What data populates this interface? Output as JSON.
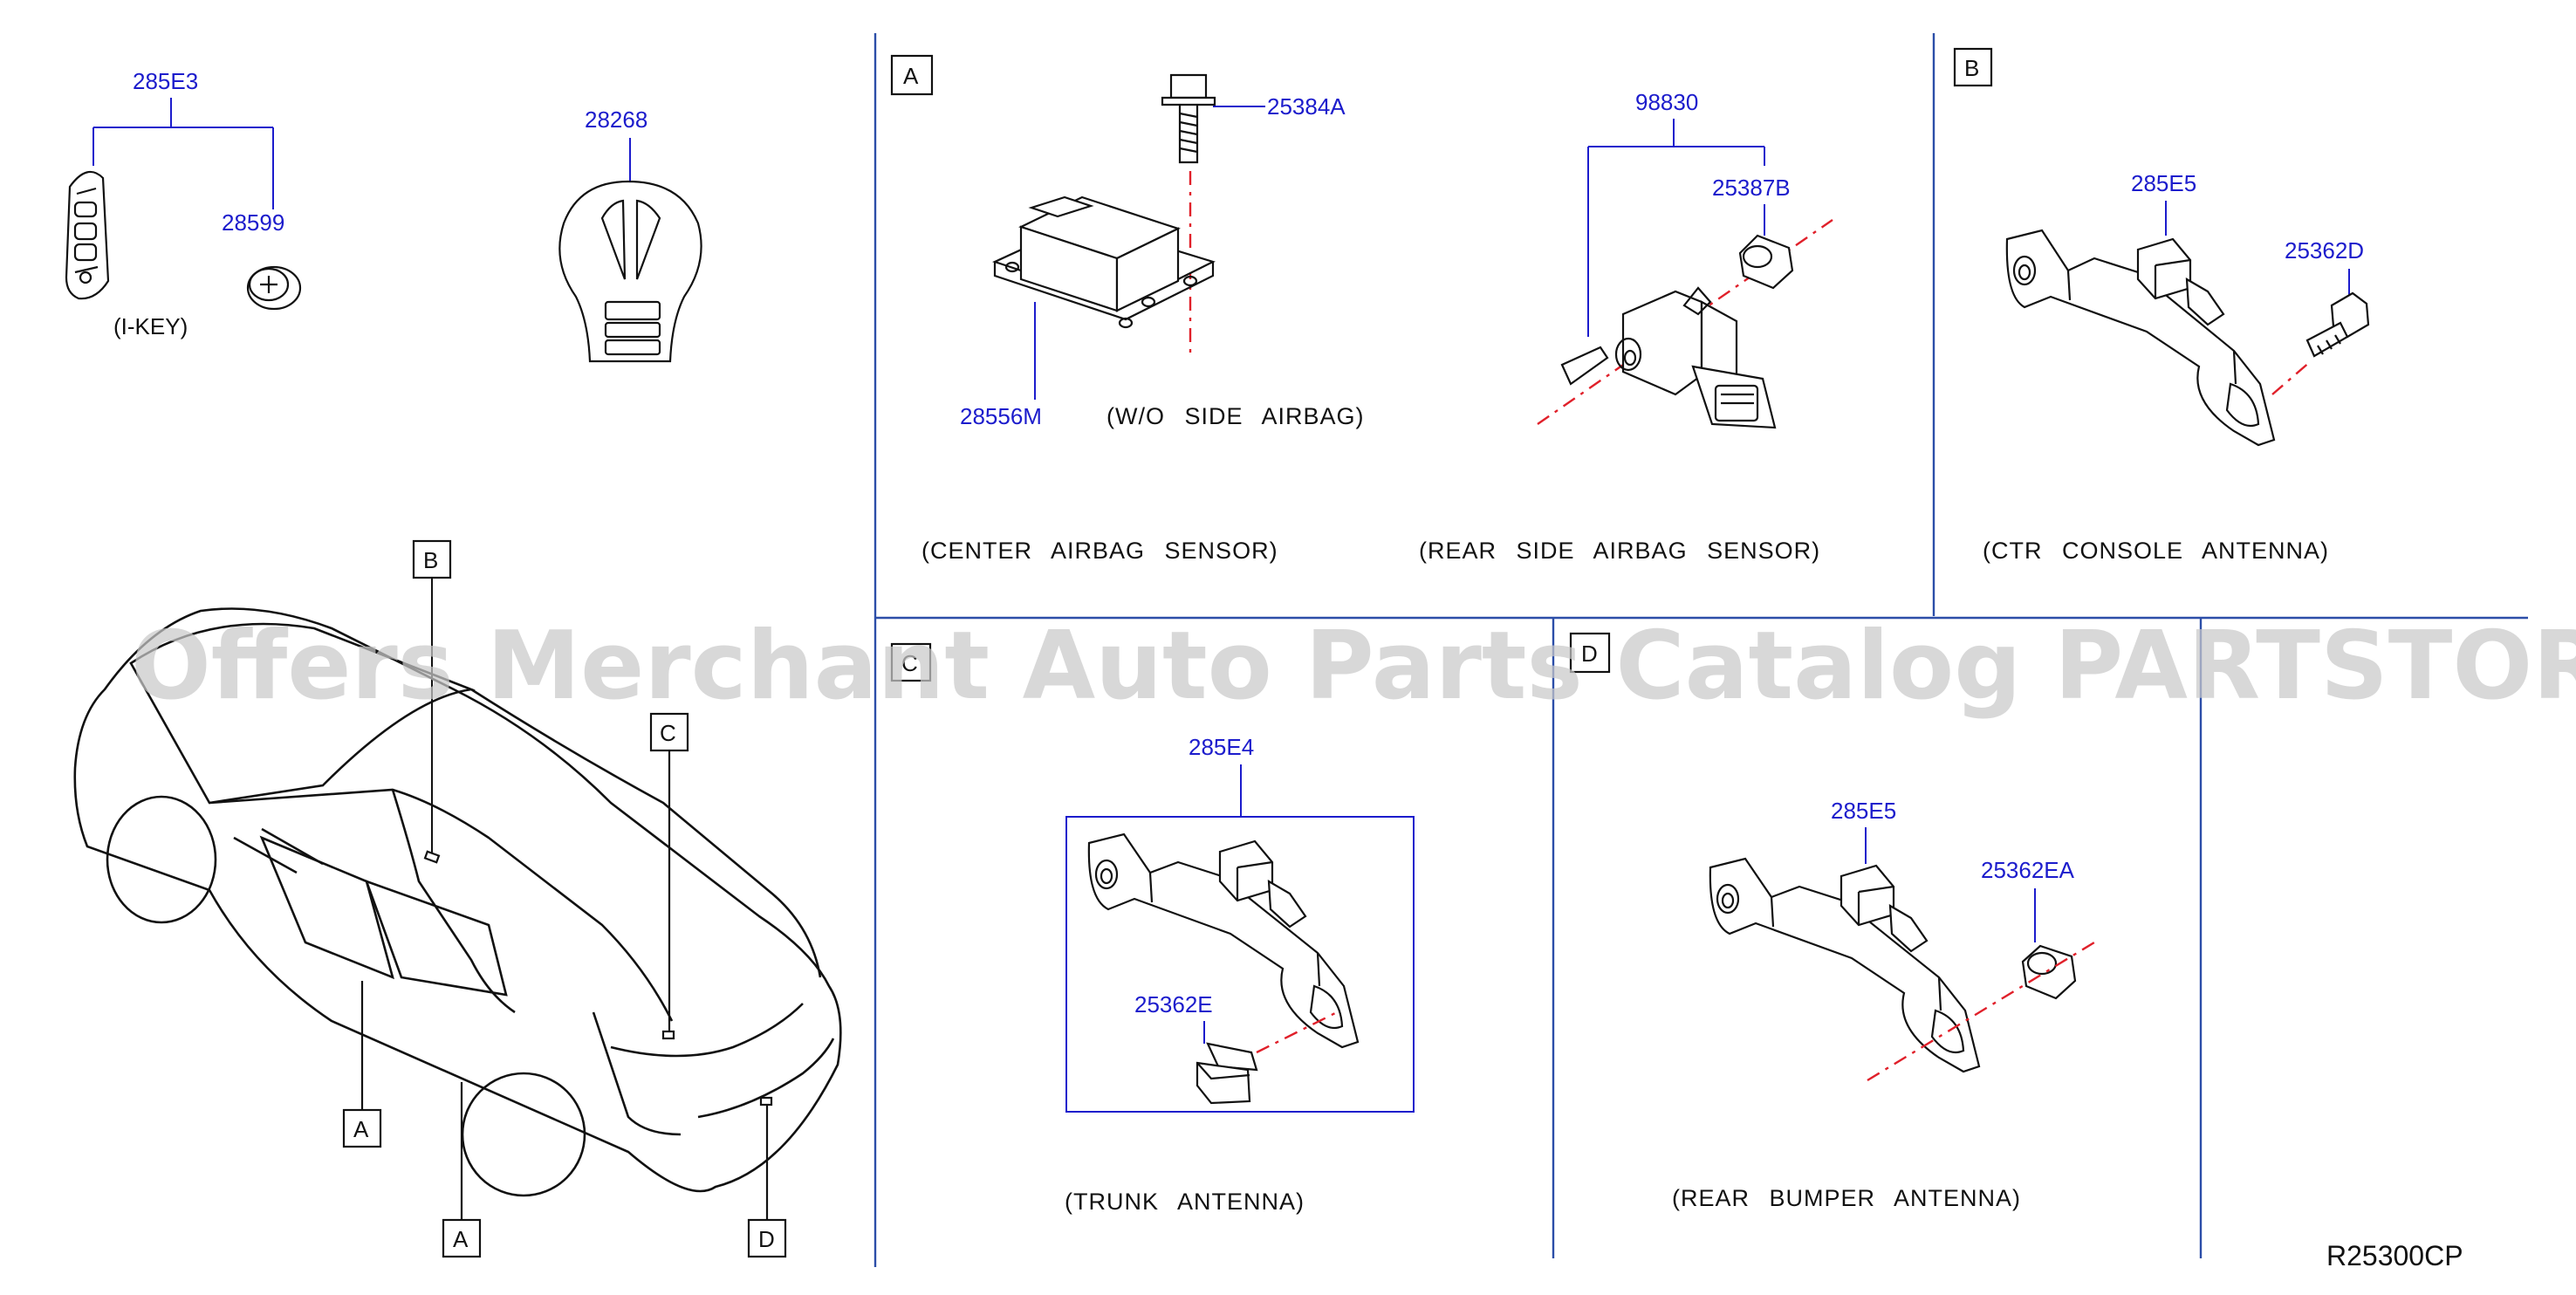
{
  "diagram": {
    "diagram_code": "R25300CP",
    "watermark": "Offers Merchant Auto Parts Catalog PARTSTORE.SA",
    "views": {
      "key": {
        "part_key": "285E3",
        "part_battery": "28599",
        "caption": "(I-KEY)"
      },
      "key_cover": {
        "part": "28268"
      },
      "car": {
        "callouts": [
          "B",
          "C",
          "A",
          "A",
          "D"
        ]
      },
      "panel_a": {
        "letter": "A",
        "center_sensor": {
          "part_bolt": "25384A",
          "part_sensor": "28556M",
          "note": "(W/O  SIDE  AIRBAG)",
          "caption": "(CENTER  AIRBAG  SENSOR)"
        },
        "rear_side_sensor": {
          "part_assembly": "98830",
          "part_clip": "25387B",
          "caption": "(REAR  SIDE  AIRBAG  SENSOR)"
        }
      },
      "panel_b": {
        "letter": "B",
        "part_antenna": "285E5",
        "part_bolt": "25362D",
        "caption": "(CTR  CONSOLE  ANTENNA)"
      },
      "panel_c": {
        "letter": "C",
        "part_antenna": "285E4",
        "part_clip": "25362E",
        "caption": "(TRUNK  ANTENNA)"
      },
      "panel_d": {
        "letter": "D",
        "part_antenna": "285E5",
        "part_nut": "25362EA",
        "caption": "(REAR  BUMPER  ANTENNA)"
      }
    }
  }
}
